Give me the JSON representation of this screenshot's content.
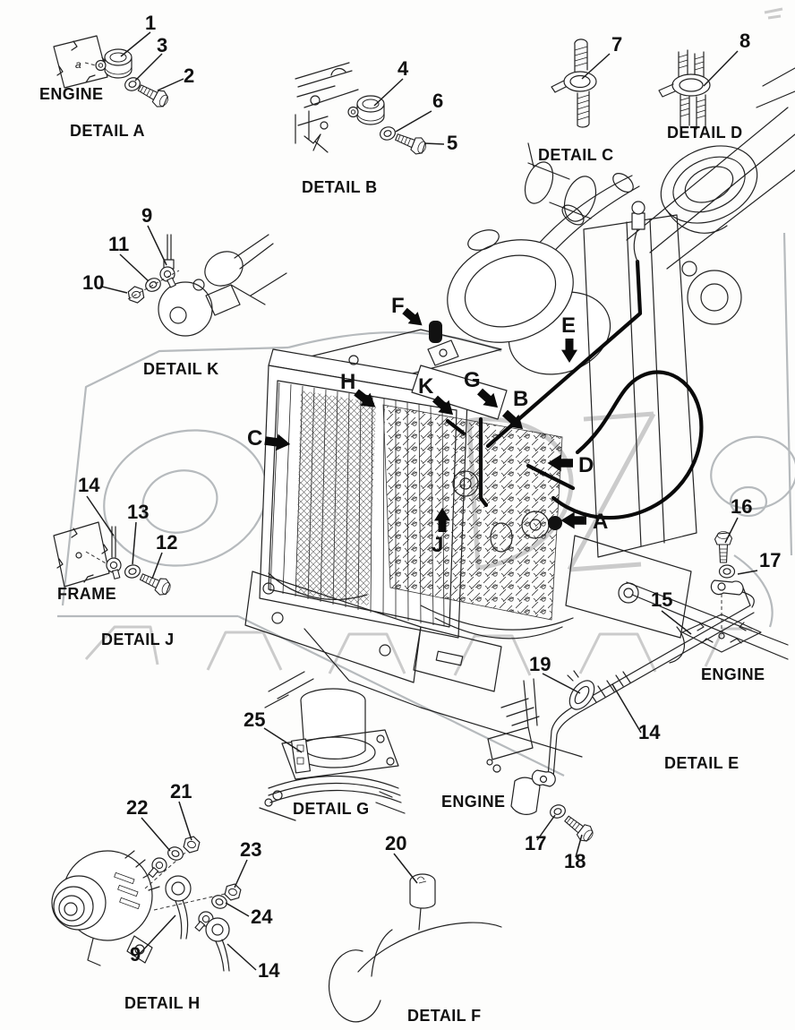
{
  "details": {
    "a": {
      "caption": "DETAIL A",
      "plate": "ENGINE",
      "plate_mark": "a",
      "parts": {
        "clamp": "1",
        "washer": "3",
        "bolt": "2"
      }
    },
    "b": {
      "caption": "DETAIL B",
      "parts": {
        "clamp": "4",
        "washer": "6",
        "bolt": "5"
      }
    },
    "c": {
      "caption": "DETAIL C",
      "parts": {
        "clamp": "7"
      }
    },
    "d": {
      "caption": "DETAIL D",
      "parts": {
        "clamp": "8"
      }
    },
    "k": {
      "caption": "DETAIL K",
      "parts": {
        "wire": "9",
        "washer": "11",
        "nut": "10"
      }
    },
    "j": {
      "caption": "DETAIL J",
      "plate": "FRAME",
      "parts": {
        "wire": "14",
        "washer": "13",
        "bolt": "12"
      }
    },
    "e": {
      "caption": "DETAIL E",
      "plate_top": "ENGINE",
      "plate_bottom": "ENGINE",
      "parts": {
        "bolt_top": "16",
        "washer_top": "17",
        "harness": "15",
        "clamp": "19",
        "tube": "14",
        "washer_bottom": "17",
        "bolt_bottom": "18"
      }
    },
    "g": {
      "caption": "DETAIL G",
      "parts": {
        "bracket": "25"
      }
    },
    "h": {
      "caption": "DETAIL H",
      "parts": {
        "nut_a": "21",
        "washer_a": "22",
        "nut_b": "23",
        "washer_b": "24",
        "wire_a": "9",
        "wire_b": "14"
      }
    },
    "f": {
      "caption": "DETAIL F",
      "parts": {
        "plug": "20"
      }
    }
  },
  "main_view": {
    "arrows": {
      "a": "A",
      "b": "B",
      "c": "C",
      "d": "D",
      "e": "E",
      "f": "F",
      "g": "G",
      "h": "H",
      "j": "J",
      "k": "K"
    }
  },
  "colors": {
    "line": "#222222",
    "watermark": "#cbcbcb",
    "chassis_gray": "#b6babd"
  }
}
